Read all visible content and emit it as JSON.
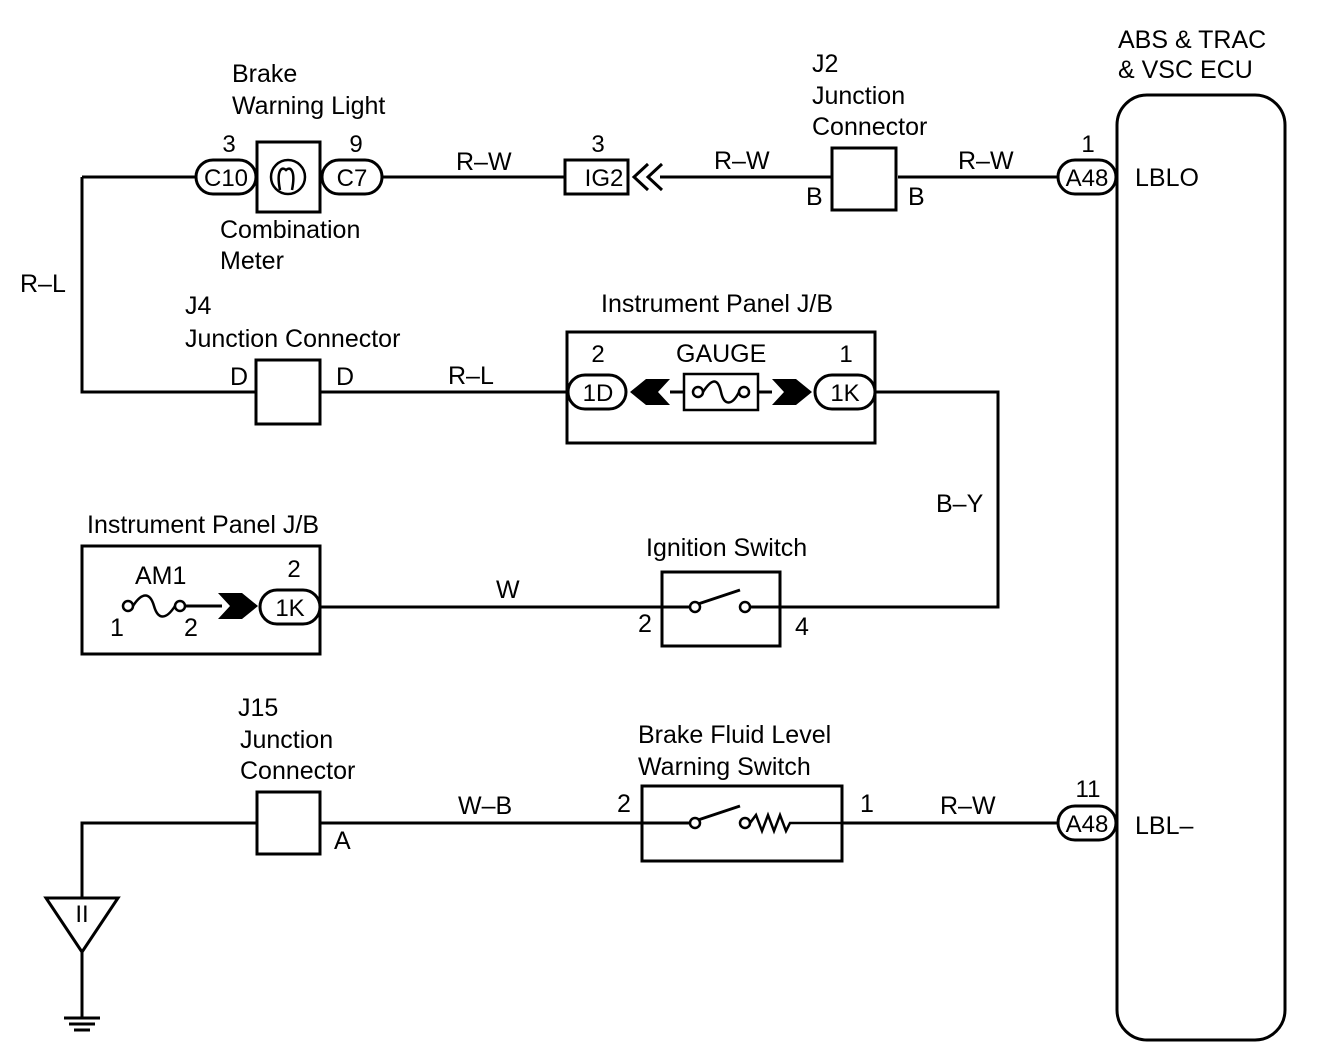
{
  "ecu": {
    "title_line1": "ABS & TRAC",
    "title_line2": "& VSC ECU",
    "pin_lblo": "LBLO",
    "pin_lbl": "LBL–"
  },
  "brake_light": {
    "title_line1": "Brake",
    "title_line2": "Warning Light",
    "pin_left": "3",
    "pin_right": "9",
    "conn_left": "C10",
    "conn_right": "C7",
    "sub_line1": "Combination",
    "sub_line2": "Meter"
  },
  "ig2": {
    "pin": "3",
    "label": "IG2"
  },
  "j2": {
    "line1": "J2",
    "line2": "Junction",
    "line3": "Connector",
    "left": "B",
    "right": "B"
  },
  "a48_top": {
    "pin": "1",
    "label": "A48"
  },
  "a48_bottom": {
    "pin": "11",
    "label": "A48"
  },
  "j4": {
    "line1": "J4",
    "line2": "Junction Connector",
    "left": "D",
    "right": "D"
  },
  "ipjb_gauge": {
    "title": "Instrument Panel J/B",
    "fuse": "GAUGE",
    "pin_left": "2",
    "pin_right": "1",
    "conn_left": "1D",
    "conn_right": "1K"
  },
  "ipjb_am1": {
    "title": "Instrument Panel J/B",
    "fuse": "AM1",
    "fuse_pin1": "1",
    "fuse_pin2": "2",
    "pin": "2",
    "conn": "1K"
  },
  "ign": {
    "title": "Ignition Switch",
    "pin_left": "2",
    "pin_right": "4"
  },
  "j15": {
    "line1": "J15",
    "line2": "Junction",
    "line3": "Connector",
    "pin": "A"
  },
  "bfl": {
    "line1": "Brake Fluid Level",
    "line2": "Warning Switch",
    "pin_left": "2",
    "pin_right": "1"
  },
  "ground": {
    "label": "II"
  },
  "wires": {
    "rw1": "R–W",
    "rw2": "R–W",
    "rw3": "R–W",
    "rl_left": "R–L",
    "rl_mid": "R–L",
    "by": "B–Y",
    "w": "W",
    "wb": "W–B",
    "rw4": "R–W"
  }
}
